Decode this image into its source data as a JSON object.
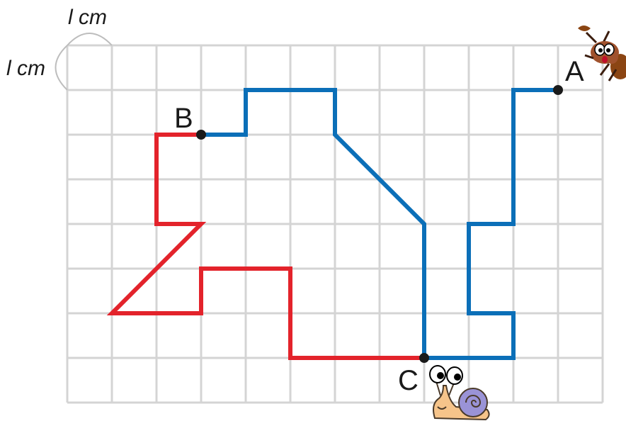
{
  "diagram": {
    "unit_label_top": "l cm",
    "unit_label_left": "l cm",
    "grid": {
      "columns": 12,
      "rows": 8,
      "line_color": "#d4d4d4"
    },
    "points": {
      "A": {
        "label": "A",
        "col": 11,
        "row": 1
      },
      "B": {
        "label": "B",
        "col": 3,
        "row": 2
      },
      "C": {
        "label": "C",
        "col": 8,
        "row": 7
      }
    },
    "paths": {
      "blue": {
        "color": "#0b6fb8",
        "vertices": [
          [
            11,
            1
          ],
          [
            10,
            1
          ],
          [
            10,
            4
          ],
          [
            9,
            4
          ],
          [
            9,
            6
          ],
          [
            10,
            6
          ],
          [
            10,
            7
          ],
          [
            8,
            7
          ],
          [
            8,
            4
          ],
          [
            6,
            2
          ],
          [
            6,
            1
          ],
          [
            4,
            1
          ],
          [
            4,
            2
          ],
          [
            3,
            2
          ]
        ]
      },
      "red": {
        "color": "#e3232b",
        "vertices": [
          [
            3,
            2
          ],
          [
            2,
            2
          ],
          [
            2,
            4
          ],
          [
            3,
            4
          ],
          [
            1,
            6
          ],
          [
            3,
            6
          ],
          [
            3,
            5
          ],
          [
            5,
            5
          ],
          [
            5,
            7
          ],
          [
            8,
            7
          ]
        ]
      }
    },
    "characters": {
      "ant": "ant-icon",
      "snail": "snail-icon"
    }
  }
}
